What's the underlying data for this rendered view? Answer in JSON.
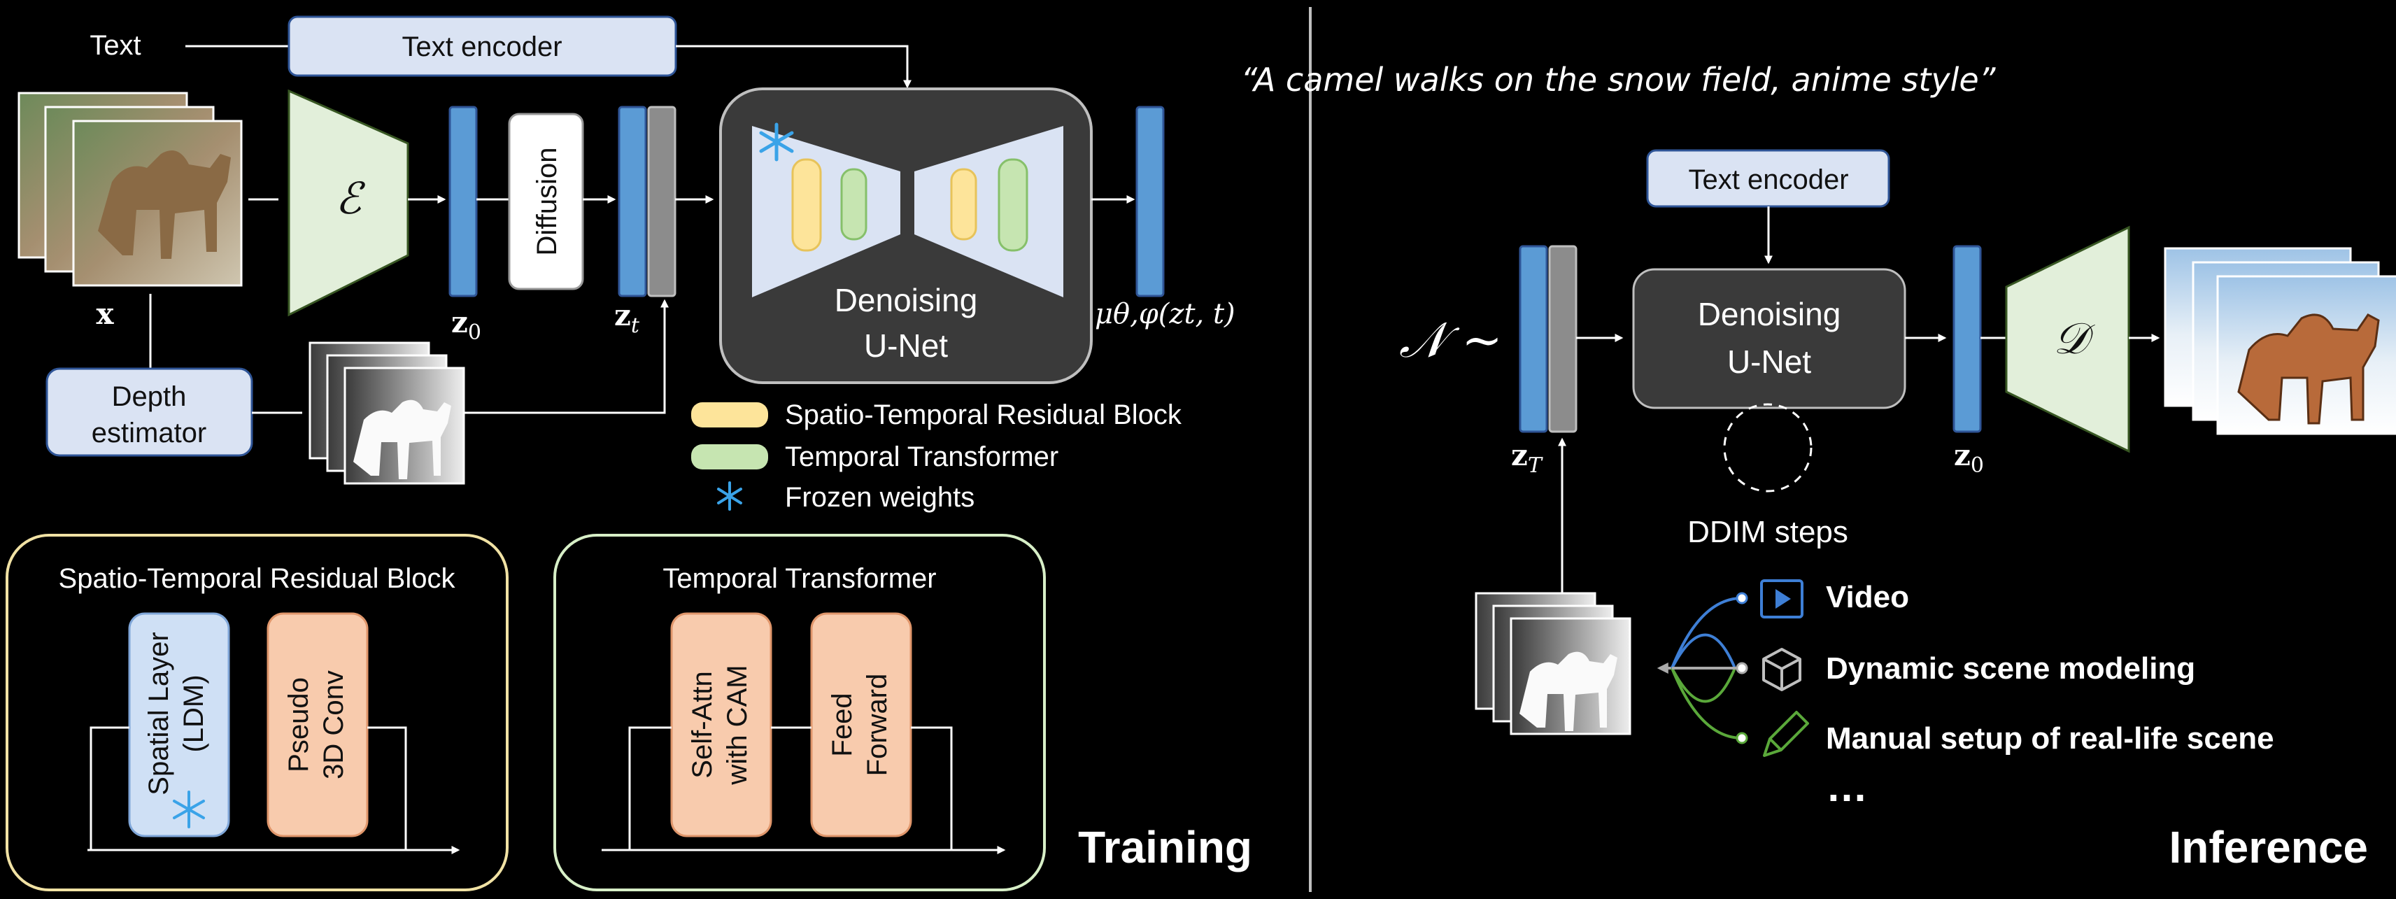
{
  "training": {
    "text_label": "Text",
    "text_encoder": "Text encoder",
    "input_var": "x",
    "encoder_symbol": "ℰ",
    "z0_label": "z",
    "z0_sub": "0",
    "diffusion": "Diffusion",
    "zt_label": "z",
    "zt_sub": "t",
    "unet_line1": "Denoising",
    "unet_line2": "U-Net",
    "output_label": "μθ,φ(zt, t)",
    "depth_line1": "Depth",
    "depth_line2": "estimator",
    "legend": [
      {
        "label": "Spatio-Temporal Residual Block",
        "color": "#fde49a"
      },
      {
        "label": "Temporal Transformer",
        "color": "#c6e5b1"
      },
      {
        "label": "Frozen weights",
        "color": "#3aa3e8"
      }
    ],
    "st_block": {
      "title": "Spatio-Temporal Residual Block",
      "spatial_line1": "Spatial Layer",
      "spatial_line2": "(LDM)",
      "pseudo_line1": "Pseudo",
      "pseudo_line2": "3D Conv"
    },
    "tt_block": {
      "title": "Temporal Transformer",
      "attn_line1": "Self-Attn",
      "attn_line2": "with CAM",
      "ff_line1": "Feed",
      "ff_line2": "Forward"
    },
    "section_label": "Training"
  },
  "inference": {
    "prompt": "“A camel walks on the  snow field, anime style”",
    "text_encoder": "Text encoder",
    "noise_symbol": "𝒩 ~",
    "zT_label": "z",
    "zT_sub": "T",
    "unet_line1": "Denoising",
    "unet_line2": "U-Net",
    "ddim": "DDIM steps",
    "z0_label": "z",
    "z0_sub": "0",
    "decoder_symbol": "𝒟",
    "sources": [
      "Video",
      "Dynamic scene modeling",
      "Manual setup of real-life scene"
    ],
    "ellipsis": "…",
    "section_label": "Inference"
  },
  "colors": {
    "latent_blue": "#5b9bd5",
    "latent_gray": "#8c8c8c",
    "encoder_green": "#e2efda",
    "text_box": "#dae3f3",
    "orange_box": "#f8cbad",
    "spatial_box": "#cfe0f5",
    "video_blue": "#3e7fd6",
    "scene_green": "#5aa83a"
  }
}
